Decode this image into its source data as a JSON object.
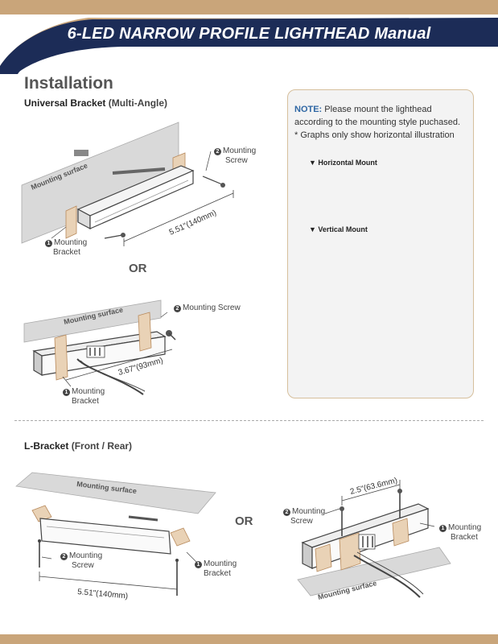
{
  "header": {
    "title": "6-LED NARROW PROFILE LIGHTHEAD Manual"
  },
  "section": {
    "title": "Installation"
  },
  "universal": {
    "title_bold": "Universal Bracket",
    "title_paren": " (Multi-Angle)",
    "surface_1": "Mounting surface",
    "surface_2": "Mounting surface",
    "callout_screw_1_num": "2",
    "callout_screw_1_a": "Mounting",
    "callout_screw_1_b": "Screw",
    "callout_bracket_1_num": "1",
    "callout_bracket_1_a": "Mounting",
    "callout_bracket_1_b": "Bracket",
    "dim_1": "5.51\"(140mm)",
    "or_label": "OR",
    "callout_screw_2_num": "2",
    "callout_screw_2": "Mounting Screw",
    "callout_bracket_2_num": "1",
    "callout_bracket_2_a": "Mounting",
    "callout_bracket_2_b": "Bracket",
    "dim_2": "3.67\"(93mm)"
  },
  "note": {
    "label": "NOTE:",
    "text": " Please mount the lighthead according to the mounting style puchased.",
    "text2": "* Graphs only show horizontal illustration",
    "horizontal": "▼ Horizontal Mount",
    "vertical": "▼ Vertical Mount"
  },
  "lbracket": {
    "title_bold": "L-Bracket",
    "title_paren": " (Front / Rear)",
    "surface_1": "Mounting surface",
    "surface_2": "Mounting surface",
    "callout_screw_1_num": "2",
    "callout_screw_1_a": "Mounting",
    "callout_screw_1_b": "Screw",
    "callout_bracket_1_num": "1",
    "callout_bracket_1_a": "Mounting",
    "callout_bracket_1_b": "Bracket",
    "dim_1": "5.51\"(140mm)",
    "or_label": "OR",
    "callout_screw_2_num": "2",
    "callout_screw_2_a": "Mounting",
    "callout_screw_2_b": "Screw",
    "callout_bracket_2_num": "1",
    "callout_bracket_2_a": "Mounting",
    "callout_bracket_2_b": "Bracket",
    "dim_2": "2.5\"(63.6mm)"
  },
  "colors": {
    "navy": "#1c2c57",
    "tan": "#c9a57a",
    "note_blue": "#2f67a4"
  }
}
